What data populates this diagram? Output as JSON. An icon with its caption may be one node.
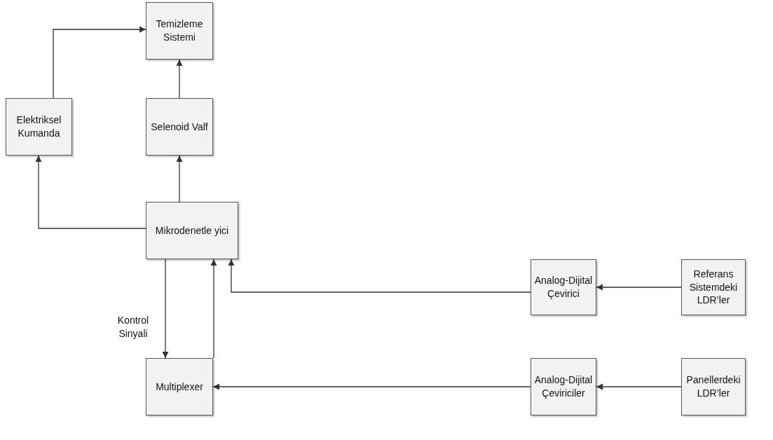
{
  "diagram": {
    "nodes": [
      {
        "text": [
          "Temizleme Sistemi"
        ]
      },
      {
        "text": [
          "Elektriksel Kumanda"
        ]
      },
      {
        "text": [
          "Selenoid Valf"
        ]
      },
      {
        "text": [
          "Mikrodenetle yici"
        ]
      },
      {
        "text": [
          "Multiplexer"
        ]
      },
      {
        "text": [
          "Analog-Dijital Çevirici"
        ]
      },
      {
        "text": [
          "Referans Sistemdeki LDR’ler"
        ]
      },
      {
        "text": [
          "Analog-Dijital Çeviriciler"
        ]
      },
      {
        "text": [
          "Panellerdeki LDR’ler"
        ]
      }
    ],
    "edges": [
      {
        "from": 1,
        "to": 0,
        "arrow": "to"
      },
      {
        "from": 2,
        "to": 0,
        "arrow": "to"
      },
      {
        "from": 3,
        "to": 2,
        "arrow": "to"
      },
      {
        "from": 3,
        "to": 1,
        "arrow": "to"
      },
      {
        "from": 3,
        "to": 4,
        "arrow": "to",
        "label": "Kontrol Sinyali"
      },
      {
        "from": 4,
        "to": 3,
        "arrow": "to"
      },
      {
        "from": 5,
        "to": 3,
        "arrow": "to"
      },
      {
        "from": 6,
        "to": 5,
        "arrow": "to"
      },
      {
        "from": 8,
        "to": 7,
        "arrow": "to"
      },
      {
        "from": 7,
        "to": 4,
        "arrow": "to"
      }
    ]
  }
}
